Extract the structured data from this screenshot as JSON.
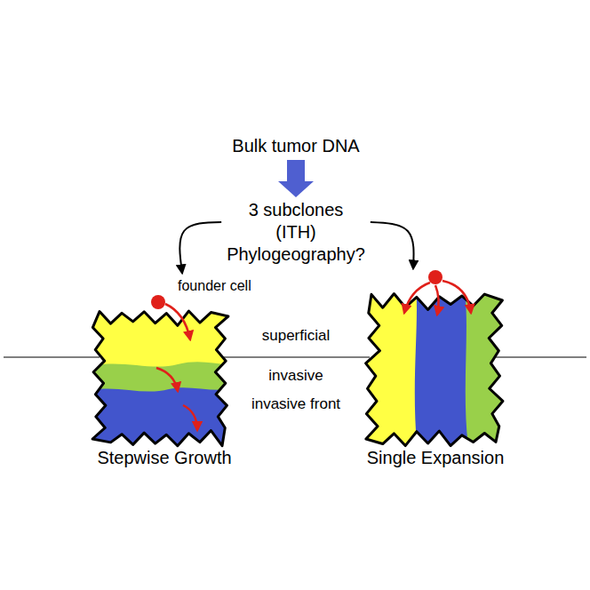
{
  "diagram": {
    "nodes": [
      {
        "text": [
          "Bulk tumor DNA"
        ]
      },
      {
        "text": [
          "3 subclones (ITH)",
          "Phylogeography?"
        ]
      },
      {
        "text": [
          "Stepwise Growth"
        ]
      },
      {
        "text": [
          "Single Expansion"
        ]
      }
    ],
    "edges": [
      {
        "from": 0,
        "to": 1,
        "arrow": "to"
      },
      {
        "from": 1,
        "to": 2,
        "arrow": "to"
      },
      {
        "from": 1,
        "to": 3,
        "arrow": "to"
      }
    ],
    "labels": [
      "founder cell",
      "superficial",
      "invasive",
      "invasive front"
    ]
  }
}
